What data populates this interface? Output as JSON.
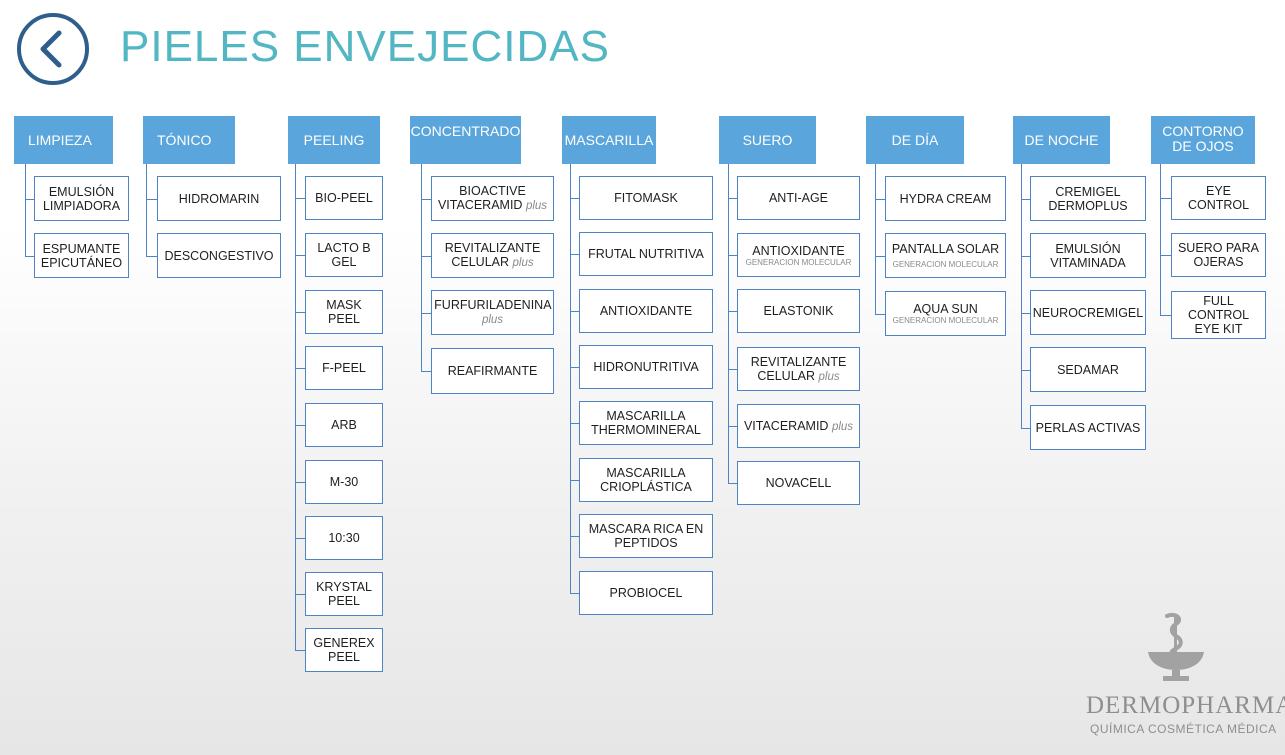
{
  "title": "PIELES ENVEJECIDAS",
  "back_icon": "chevron-left-icon",
  "colors": {
    "title": "#52b7c3",
    "header": "#5aa6dc",
    "line": "#4e84c4",
    "back": "#2e5e8c"
  },
  "columns": [
    {
      "header": "LIMPIEZA",
      "items": [
        {
          "label": "EMULSIÓN LIMPIADORA"
        },
        {
          "label": "ESPUMANTE EPICUTÁNEO"
        }
      ]
    },
    {
      "header": "TÓNICO",
      "items": [
        {
          "label": "HIDROMARIN"
        },
        {
          "label": "DESCONGESTIVO"
        }
      ]
    },
    {
      "header": "PEELING",
      "items": [
        {
          "label": "BIO-PEEL"
        },
        {
          "label": "LACTO B GEL"
        },
        {
          "label": "MASK PEEL"
        },
        {
          "label": "F-PEEL"
        },
        {
          "label": "ARB"
        },
        {
          "label": "M-30"
        },
        {
          "label": "10:30"
        },
        {
          "label": "KRYSTAL PEEL"
        },
        {
          "label": "GENEREX PEEL"
        }
      ]
    },
    {
      "header": "CONCENTRADO",
      "items": [
        {
          "label": "BIOACTIVE VITACERAMID",
          "suffix": "plus"
        },
        {
          "label": "REVITALIZANTE CELULAR",
          "suffix": "plus"
        },
        {
          "label": "FURFURILADENINA",
          "suffix": "plus"
        },
        {
          "label": "REAFIRMANTE"
        }
      ]
    },
    {
      "header": "MASCARILLA",
      "items": [
        {
          "label": "FITOMASK"
        },
        {
          "label": "FRUTAL NUTRITIVA"
        },
        {
          "label": "ANTIOXIDANTE"
        },
        {
          "label": "HIDRONUTRITIVA"
        },
        {
          "label": "MASCARILLA THERMOMINERAL"
        },
        {
          "label": "MASCARILLA CRIOPLÁSTICA"
        },
        {
          "label": "MASCARA RICA EN PEPTIDOS"
        },
        {
          "label": "PROBIOCEL"
        }
      ]
    },
    {
      "header": "SUERO",
      "items": [
        {
          "label": "ANTI-AGE"
        },
        {
          "label": "ANTIOXIDANTE",
          "note": "GENERACION MOLECULAR"
        },
        {
          "label": "ELASTONIK"
        },
        {
          "label": "REVITALIZANTE CELULAR",
          "suffix": "plus"
        },
        {
          "label": "VITACERAMID",
          "suffix": "plus"
        },
        {
          "label": "NOVACELL"
        }
      ]
    },
    {
      "header": "DE DÍA",
      "items": [
        {
          "label": "HYDRA CREAM"
        },
        {
          "label": "PANTALLA SOLAR",
          "note": "GENERACION MOLECULAR"
        },
        {
          "label": "AQUA SUN",
          "note": "GENERACION MOLECULAR"
        }
      ]
    },
    {
      "header": "DE NOCHE",
      "items": [
        {
          "label": "CREMIGEL DERMOPLUS"
        },
        {
          "label": "EMULSIÓN VITAMINADA"
        },
        {
          "label": "NEUROCREMIGEL"
        },
        {
          "label": "SEDAMAR"
        },
        {
          "label": "PERLAS ACTIVAS"
        }
      ]
    },
    {
      "header": "CONTORNO DE OJOS",
      "items": [
        {
          "label": "EYE CONTROL"
        },
        {
          "label": "SUERO PARA OJERAS"
        },
        {
          "label": "FULL CONTROL EYE KIT"
        }
      ]
    }
  ],
  "brand": {
    "name": "DERMOPHARMA",
    "registered": "®",
    "tagline": "QUÍMICA COSMÉTICA MÉDICA",
    "logo_icon": "caduceus-icon"
  }
}
